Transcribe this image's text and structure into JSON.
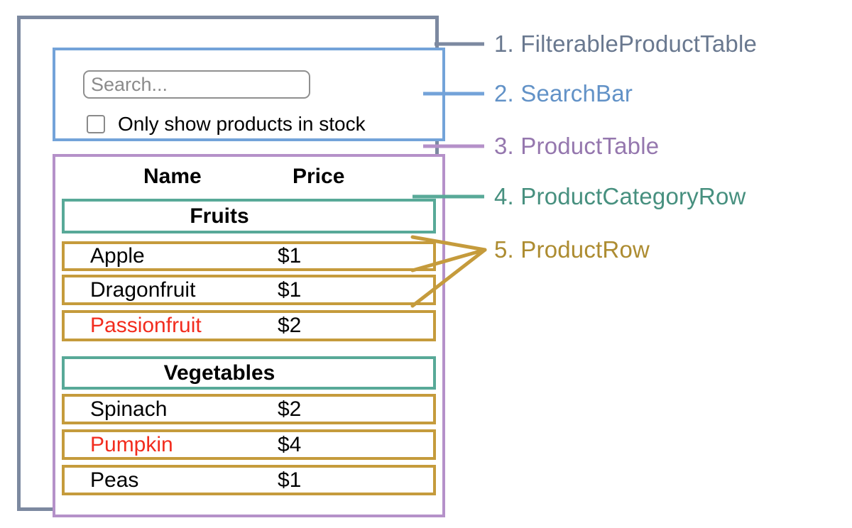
{
  "palette": {
    "outer_border": "#7c89a0",
    "search_border": "#73a3d9",
    "table_border": "#b591c9",
    "category_border": "#58a998",
    "product_row_border": "#c59b3c",
    "out_of_stock_text": "#f22c1e",
    "text": "#000000",
    "placeholder_text": "#8b8b8b",
    "input_border": "#8f8f8f"
  },
  "search_bar": {
    "placeholder": "Search...",
    "checkbox_label": "Only show products in stock",
    "checkbox_checked": false
  },
  "table": {
    "name_header": "Name",
    "price_header": "Price",
    "sections": [
      {
        "category": "Fruits",
        "products": [
          {
            "name": "Apple",
            "price": "$1",
            "color": "#000000"
          },
          {
            "name": "Dragonfruit",
            "price": "$1",
            "color": "#000000"
          },
          {
            "name": "Passionfruit",
            "price": "$2",
            "color": "#f22c1e"
          }
        ]
      },
      {
        "category": "Vegetables",
        "products": [
          {
            "name": "Spinach",
            "price": "$2",
            "color": "#000000"
          },
          {
            "name": "Pumpkin",
            "price": "$4",
            "color": "#f22c1e"
          },
          {
            "name": "Peas",
            "price": "$1",
            "color": "#000000"
          }
        ]
      }
    ]
  },
  "annotations": [
    {
      "label": "1. FilterableProductTable",
      "color": "#69788f"
    },
    {
      "label": "2. SearchBar",
      "color": "#6292c7"
    },
    {
      "label": "3. ProductTable",
      "color": "#9577ae"
    },
    {
      "label": "4. ProductCategoryRow",
      "color": "#47907f"
    },
    {
      "label": "5. ProductRow",
      "color": "#ad8c31"
    }
  ]
}
